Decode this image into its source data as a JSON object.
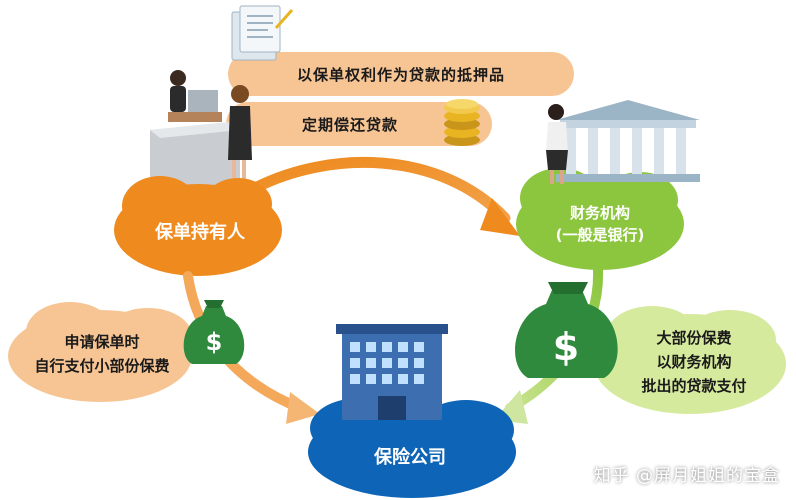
{
  "arrows": {
    "collateral": "以保单权利作为贷款的抵押品",
    "repay": "定期偿还贷款"
  },
  "nodes": {
    "holder": "保单持有人",
    "finance_line1": "财务机构",
    "finance_line2": "(一般是银行)",
    "insurer": "保险公司"
  },
  "notes": {
    "self_pay_line1": "申请保单时",
    "self_pay_line2": "自行支付小部份保费",
    "loan_pay_line1": "大部份保费",
    "loan_pay_line2": "以财务机构",
    "loan_pay_line3": "批出的贷款支付"
  },
  "watermark": "知乎 @屏月姐姐的宝盒",
  "icons": [
    "document-icon",
    "coin-stack-icon",
    "money-bag-icon",
    "bank-icon",
    "office-building-icon",
    "person-icon",
    "reception-desk-icon"
  ],
  "colors": {
    "orange": "#ee8a1e",
    "peach": "#f7c594",
    "green": "#8cc63f",
    "light_green": "#d6ea9e",
    "blue": "#0e64b6",
    "money_green": "#2f8a3d",
    "gold": "#e8b422"
  }
}
